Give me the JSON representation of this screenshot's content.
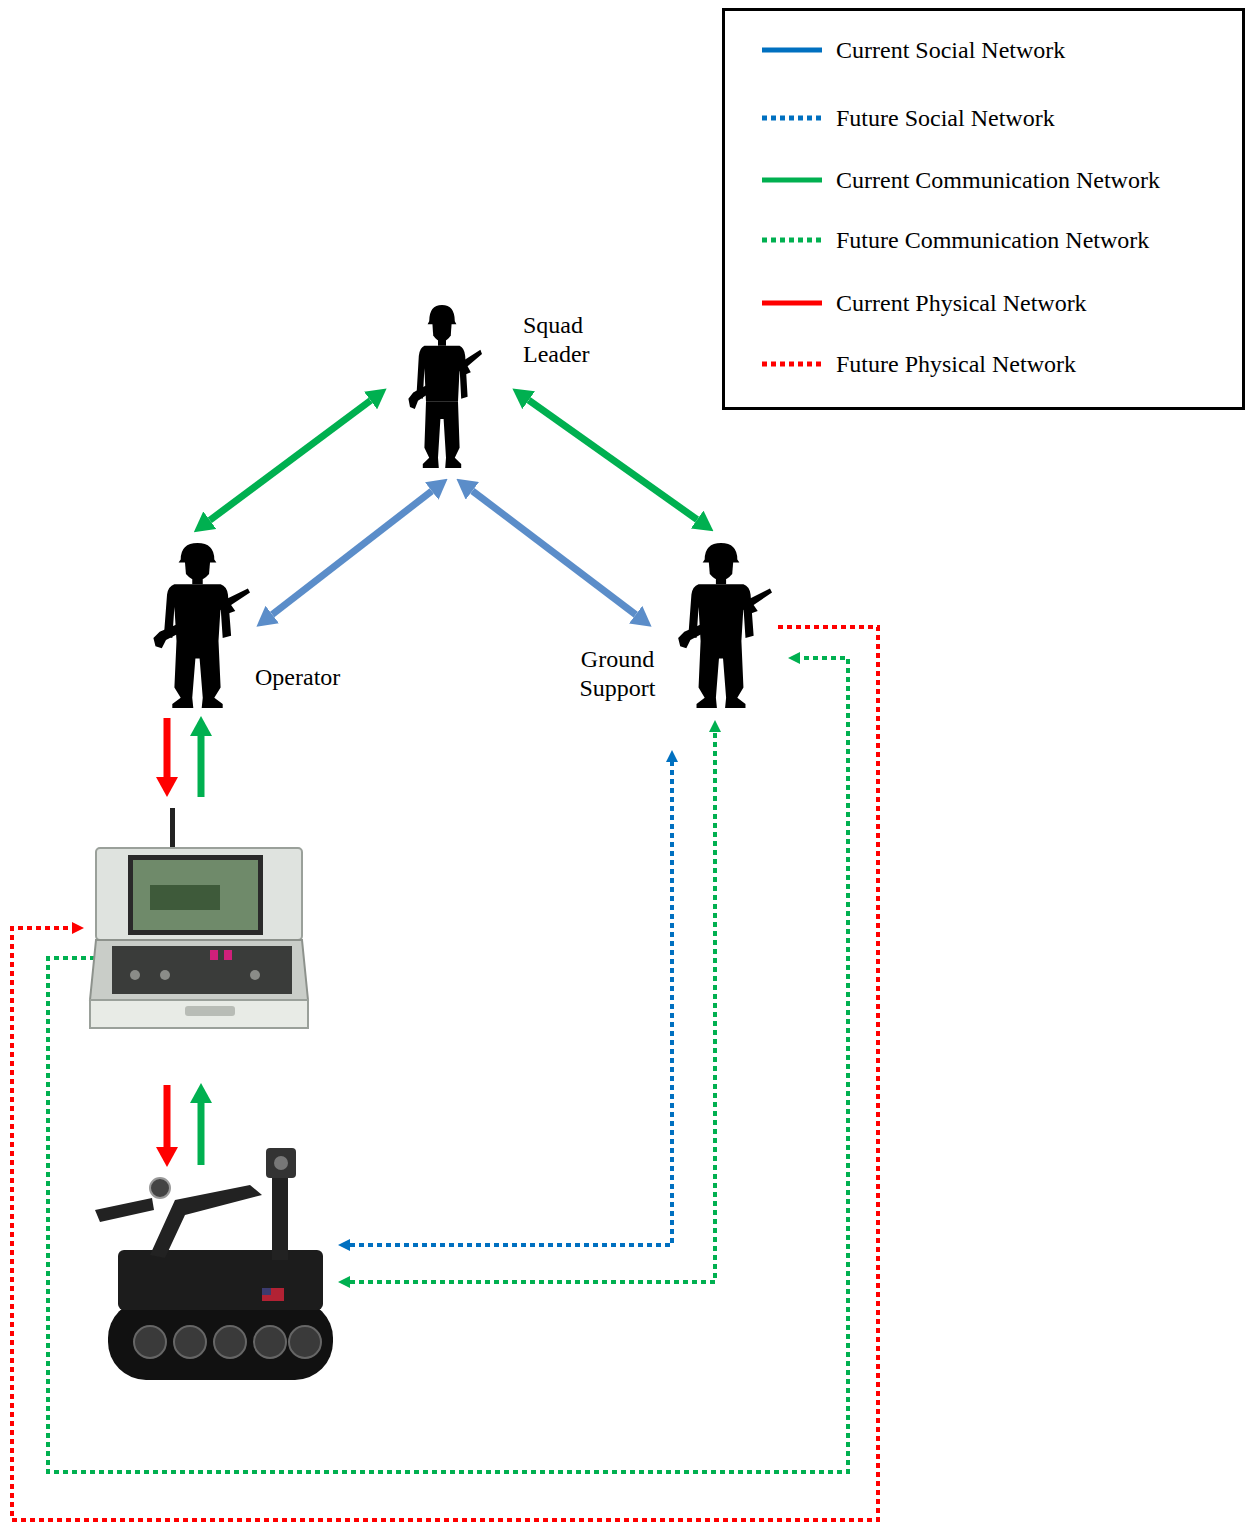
{
  "diagram": {
    "nodes": [
      {
        "text": [
          "Squad Leader"
        ]
      },
      {
        "text": [
          "Operator"
        ]
      },
      {
        "text": [
          "Ground Support"
        ]
      }
    ],
    "edges": [
      {
        "from": 1,
        "to": 0,
        "arrow": "both"
      },
      {
        "from": 1,
        "to": 0,
        "arrow": "both"
      },
      {
        "from": 0,
        "to": 2,
        "arrow": "both"
      },
      {
        "from": 0,
        "to": 2,
        "arrow": "both"
      }
    ],
    "legend": [
      {
        "text": "Current Social Network"
      },
      {
        "text": "Future Social Network"
      },
      {
        "text": "Current Communication Network"
      },
      {
        "text": "Future Communication Network"
      },
      {
        "text": "Current Physical Network"
      },
      {
        "text": "Future Physical Network"
      }
    ]
  }
}
